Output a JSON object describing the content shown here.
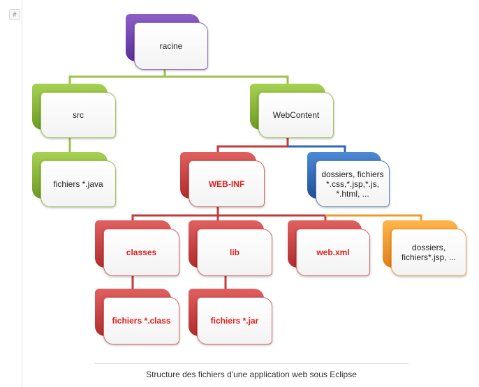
{
  "gutter_label": "#",
  "diagram": {
    "root": "racine",
    "src": "src",
    "java": "fichiers *.java",
    "webcontent": "WebContent",
    "webinf": "WEB-INF",
    "static": "dossiers, fichiers *.css,*.jsp,*.js, *.html, ...",
    "classes": "classes",
    "lib": "lib",
    "webxml": "web.xml",
    "jsp": "dossiers, fichiers*.jsp, ...",
    "classfiles": "fichiers *.class",
    "jarfiles": "fichiers *.jar"
  },
  "caption": "Structure des fichiers d'une application web sous Eclipse",
  "colors": {
    "purple": "#6f44ad",
    "green": "#8cb63a",
    "red": "#c23a3a",
    "blue": "#2f67b8",
    "orange": "#f09a2e",
    "red_text": "#e02020"
  }
}
